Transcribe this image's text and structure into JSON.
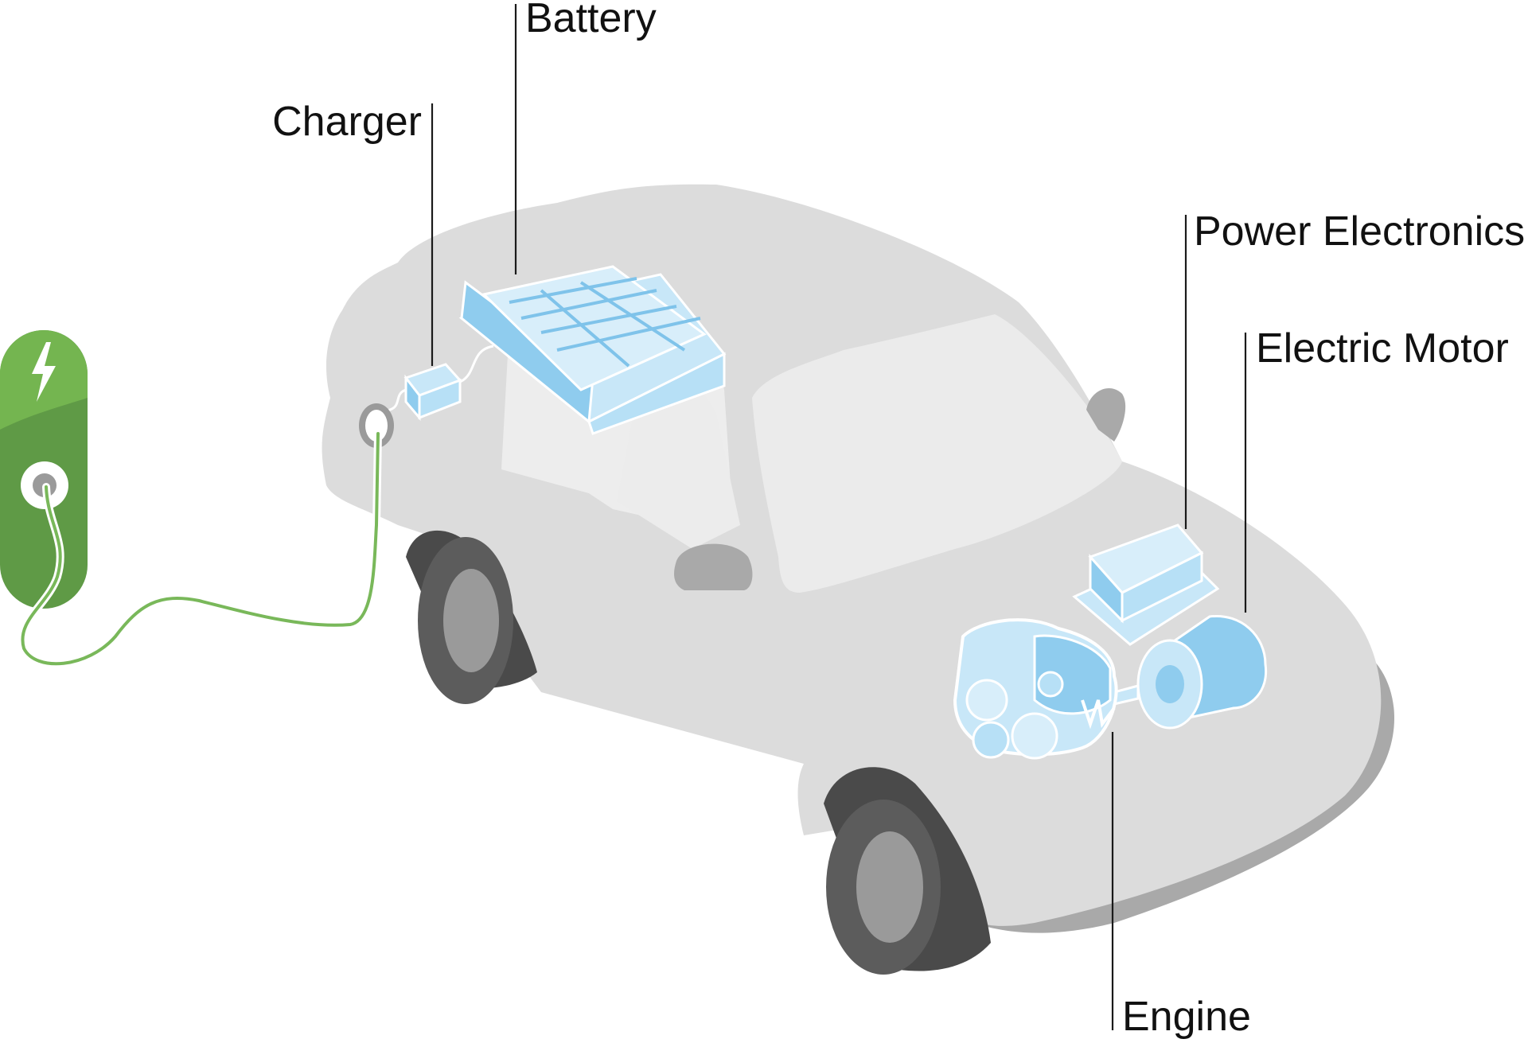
{
  "labels": {
    "battery": "Battery",
    "charger": "Charger",
    "power_electronics": "Power Electronics",
    "electric_motor": "Electric Motor",
    "engine": "Engine"
  },
  "colors": {
    "car_body": "#dcdcdc",
    "car_shadow": "#a9a9a9",
    "tire": "#5c5c5c",
    "hub": "#9a9a9a",
    "component_blue": "#9fd3f1",
    "component_blue_dark": "#6fbce6",
    "station_green": "#5f9a46",
    "station_green_light": "#74b550",
    "cable_green": "#79b85a"
  }
}
